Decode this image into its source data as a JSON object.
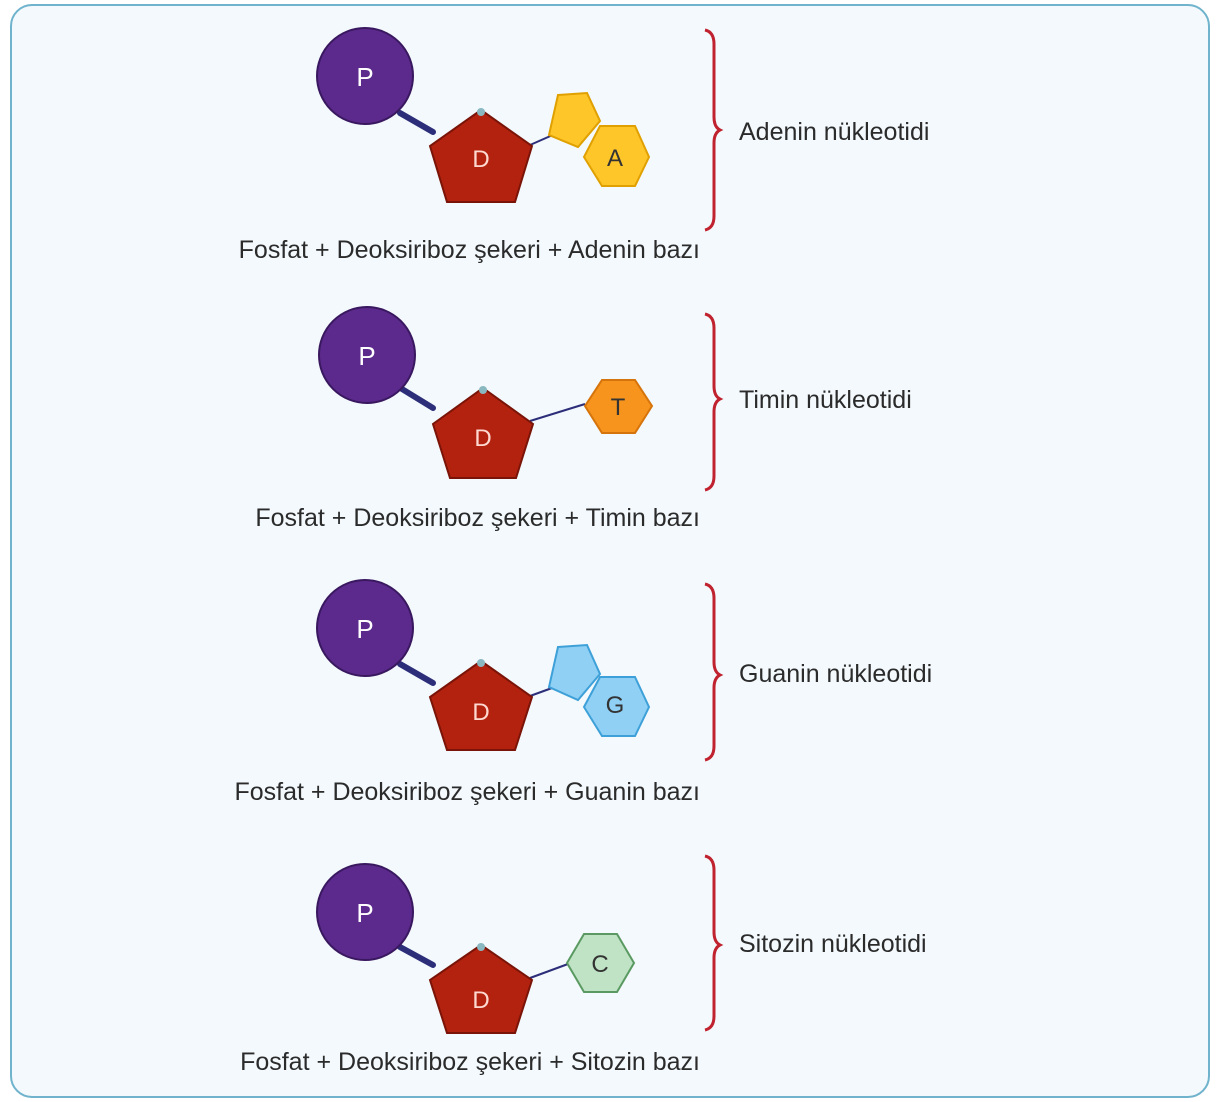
{
  "nucleotides": [
    {
      "name": "Adenin nükleotidi",
      "formula": "Fosfat + Deoksiriboz şekeri + Adenin bazı",
      "phosphate_letter": "P",
      "sugar_letter": "D",
      "base_letter": "A",
      "base_shape": "purine",
      "base_fill": "#ffc62a",
      "base_stroke": "#e0a000"
    },
    {
      "name": "Timin nükleotidi",
      "formula": "Fosfat + Deoksiriboz şekeri + Timin bazı",
      "phosphate_letter": "P",
      "sugar_letter": "D",
      "base_letter": "T",
      "base_shape": "pyrimidine",
      "base_fill": "#f7941d",
      "base_stroke": "#d6740c"
    },
    {
      "name": "Guanin nükleotidi",
      "formula": "Fosfat + Deoksiriboz şekeri + Guanin bazı",
      "phosphate_letter": "P",
      "sugar_letter": "D",
      "base_letter": "G",
      "base_shape": "purine",
      "base_fill": "#8fd0f4",
      "base_stroke": "#3ea0d8"
    },
    {
      "name": "Sitozin nükleotidi",
      "formula": "Fosfat + Deoksiriboz şekeri + Sitozin bazı",
      "phosphate_letter": "P",
      "sugar_letter": "D",
      "base_letter": "C",
      "base_shape": "pyrimidine",
      "base_fill": "#bfe3c4",
      "base_stroke": "#5a9a62"
    }
  ],
  "colors": {
    "phosphate": "#5b2a8c",
    "sugar": "#b3220f",
    "brace": "#c0232f",
    "frame": "#6fb3cc"
  }
}
